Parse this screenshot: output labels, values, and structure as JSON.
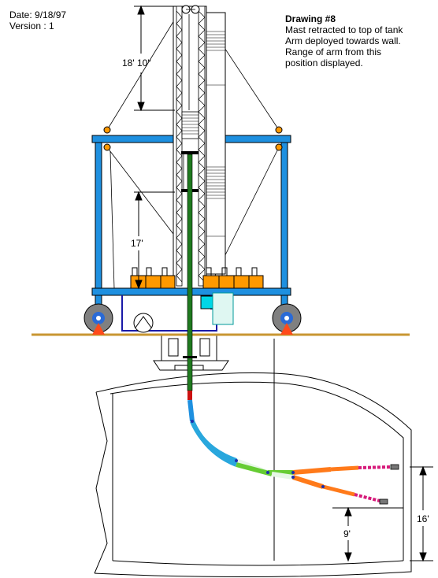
{
  "header": {
    "date": "Date: 9/18/97",
    "version": "Version : 1"
  },
  "notes": {
    "title": "Drawing #8",
    "lines": [
      "Mast retracted to top of tank",
      "Arm deployed towards wall.",
      "Range of arm from this",
      "position displayed."
    ]
  },
  "dimensions": {
    "mast_height": "18' 10\"",
    "arm_height": "17'",
    "arm_range": "16'",
    "arm_low": "9'"
  },
  "colors": {
    "frame": "#1e90e0",
    "ground": "#c89632",
    "mast": "#1f7a1f",
    "orange": "#ff9900",
    "wheel": "#808080",
    "hub": "#2a6ad6",
    "wedge": "#ff4a1a"
  }
}
